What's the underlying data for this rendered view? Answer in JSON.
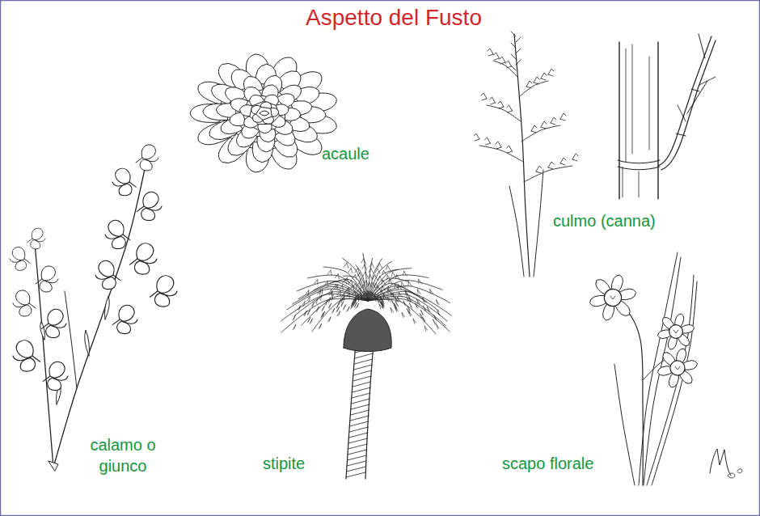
{
  "diagram": {
    "title": "Aspetto del Fusto",
    "labels": [
      "acaule",
      "culmo (canna)",
      "calamo o giunco",
      "stipite",
      "scapo florale"
    ]
  }
}
